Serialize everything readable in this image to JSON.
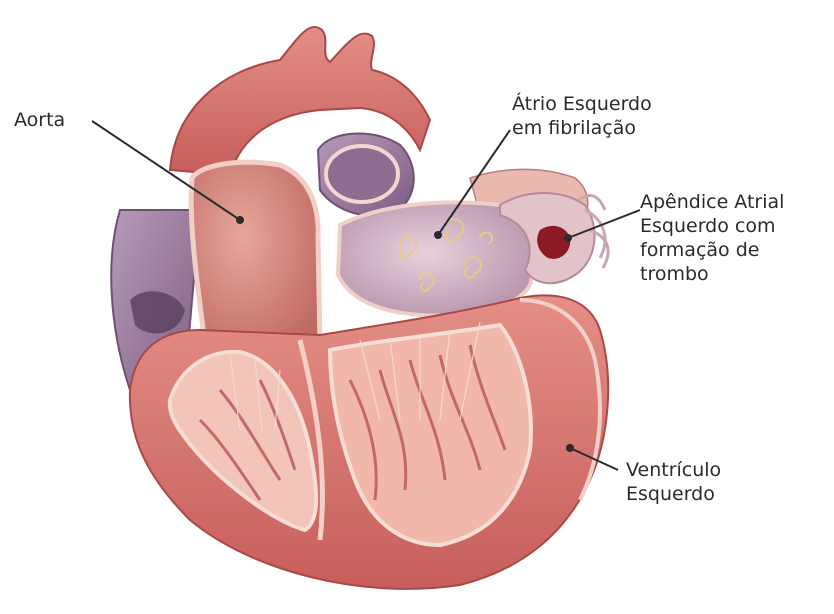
{
  "labels": {
    "aorta": [
      "Aorta"
    ],
    "left_atrium": [
      "Átrio Esquerdo",
      "em fibrilação"
    ],
    "atrial_appendage": [
      "Apêndice Atrial",
      "Esquerdo com",
      "formação de",
      "trombo"
    ],
    "left_ventricle": [
      "Ventrículo",
      "Esquerdo"
    ]
  },
  "colors": {
    "muscle": "#d9736f",
    "muscle_dark": "#b94e4d",
    "muscle_light": "#eeb2a6",
    "chamber_pink": "#f2c2b6",
    "vein_purple": "#9a7a9e",
    "atrium_purple": "#cdb3c6",
    "thrombus": "#8b1a24",
    "leader_line": "#2b2b2b",
    "text": "#2b2b2b"
  }
}
